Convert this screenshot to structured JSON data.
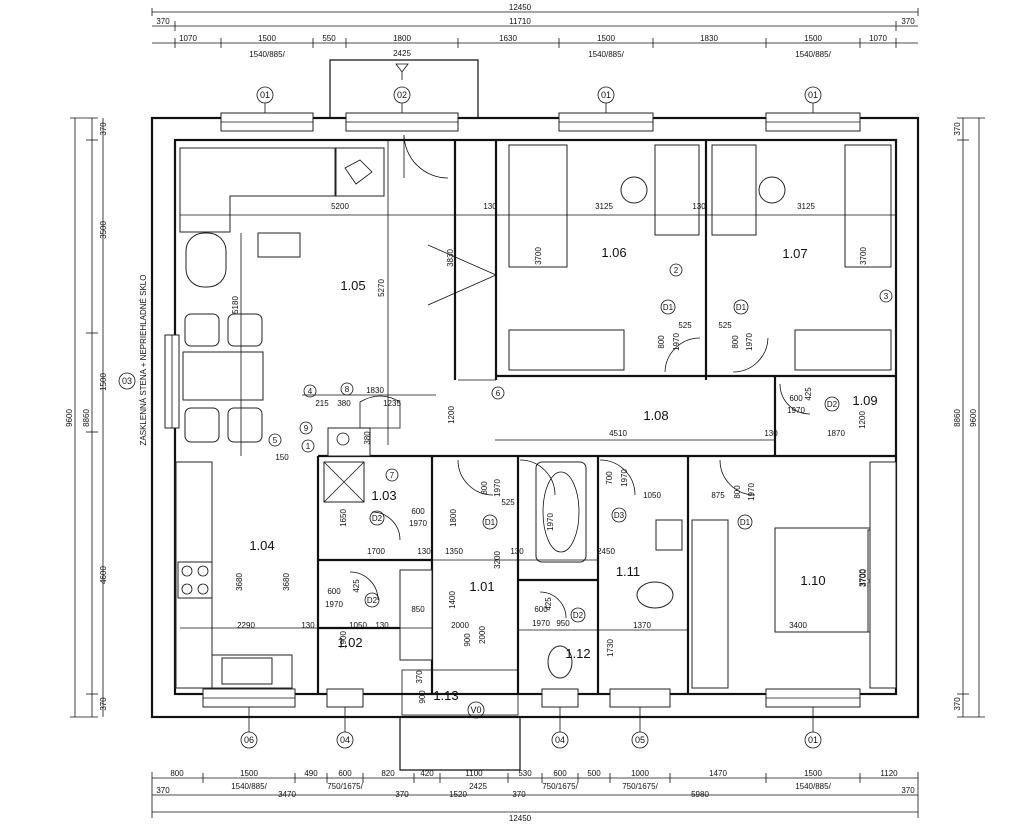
{
  "dims_top": {
    "total": "12450",
    "inner": "11710",
    "end_left": "370",
    "end_right": "370",
    "segments": [
      "1070",
      "1500",
      "550",
      "1800",
      "1630",
      "1500",
      "1830",
      "1500",
      "1070"
    ],
    "window_sizes": [
      "1540/885/",
      "2425",
      "1540/885/",
      "1540/885/"
    ]
  },
  "dims_bottom": {
    "row1": [
      "800",
      "1500",
      "490",
      "600",
      "820",
      "420",
      "1100",
      "530",
      "600",
      "500",
      "1000",
      "1470",
      "1500",
      "1120"
    ],
    "row2": [
      "370",
      "1540/885/",
      "3470",
      "750/1675/",
      "370",
      "1520",
      "2425",
      "370",
      "750/1675/",
      "750/1675/",
      "5980",
      "1540/885/",
      "370"
    ],
    "total": "12450"
  },
  "dims_left": {
    "outer": "9600",
    "inner": "8860",
    "segments": [
      "370",
      "3500",
      "1500",
      "4600",
      "370"
    ],
    "glass_wall": "ZASKLENNÁ STENA + NEPRIEHLADNÉ SKLO",
    "glass_tag": "03"
  },
  "dims_right": {
    "outer": "9600",
    "inner": "8860",
    "segments": [
      "370",
      "370"
    ]
  },
  "rooms": {
    "r105": "1.05",
    "r106": "1.06",
    "r107": "1.07",
    "r108": "1.08",
    "r109": "1.09",
    "r110": "1.10",
    "r111": "1.11",
    "r112": "1.12",
    "r113": "1.13",
    "r101": "1.01",
    "r102": "1.02",
    "r103": "1.03",
    "r104": "1.04"
  },
  "window_tags": {
    "top": [
      "01",
      "02",
      "01",
      "01"
    ],
    "bottom": [
      "06",
      "04",
      "04",
      "05",
      "01"
    ],
    "entrance": "V0"
  },
  "door_tags": [
    "D1",
    "D1",
    "D2",
    "D2",
    "D3",
    "D1",
    "D1",
    "D2",
    "D2"
  ],
  "section_marks": [
    "1",
    "2",
    "3",
    "4",
    "5",
    "6",
    "7",
    "8",
    "9"
  ],
  "inner_dims": {
    "d5200": "5200",
    "d130a": "130",
    "d3125a": "3125",
    "d130b": "130",
    "d3125b": "3125",
    "d5270": "5270",
    "d3830": "3830",
    "d5180": "5180",
    "d3700a": "3700",
    "d3700b": "3700",
    "d3700c": "3700",
    "d525a": "525",
    "d525b": "525",
    "d800a": "800",
    "d1970a": "1970",
    "d800b": "800",
    "d1970b": "1970",
    "d1830": "1830",
    "d215": "215",
    "d380a": "380",
    "d1235": "1235",
    "d380b": "380",
    "d1200a": "1200",
    "d4510": "4510",
    "d130c": "130",
    "d1870": "1870",
    "d600a": "600",
    "d425a": "425",
    "d1970c": "1970",
    "d1200b": "1200",
    "d150": "150",
    "d1650": "1650",
    "d600b": "600",
    "d1970d": "1970",
    "d1800": "1800",
    "d800c": "800",
    "d1970e": "1970",
    "d525c": "525",
    "d700": "700",
    "d1970f": "1970",
    "d1050a": "1050",
    "d875": "875",
    "d800d": "800",
    "d1970g": "1970",
    "d1970h": "1970",
    "d1700": "1700",
    "d130d": "130",
    "d1350": "1350",
    "d130e": "130",
    "d2450": "2450",
    "d3200": "3200",
    "d3680a": "3680",
    "d3680b": "3680",
    "d600c": "600",
    "d425b": "425",
    "d1970i": "1970",
    "d2290": "2290",
    "d130f": "130",
    "d1050b": "1050",
    "d130g": "130",
    "d1900": "1900",
    "d850": "850",
    "d1400": "1400",
    "d2000a": "2000",
    "d2000b": "2000",
    "d900": "900",
    "d600d": "600",
    "d425c": "425",
    "d1970j": "1970",
    "d950": "950",
    "d1370": "1370",
    "d1730": "1730",
    "d3400": "3400",
    "d3700d": "3700",
    "d370": "370",
    "d900b": "900"
  }
}
